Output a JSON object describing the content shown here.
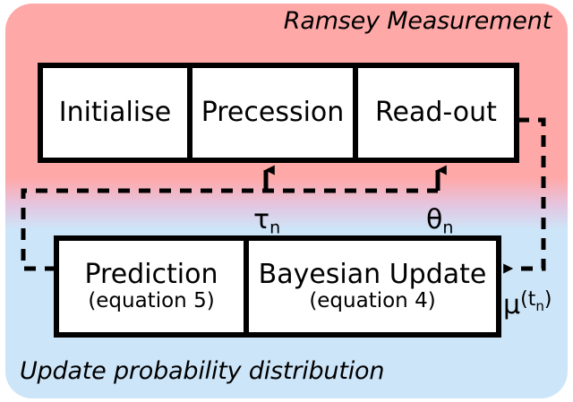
{
  "diagram": {
    "title": "Ramsey Measurement feedback loop",
    "sections": {
      "top": {
        "caption": "Ramsey Measurement",
        "background_color": "#ffa8a8",
        "steps": [
          {
            "title": "Initialise",
            "sub": ""
          },
          {
            "title": "Precession",
            "sub": ""
          },
          {
            "title": "Read-out",
            "sub": ""
          }
        ]
      },
      "bottom": {
        "caption": "Update probability distribution",
        "background_color": "#cde5f8",
        "steps": [
          {
            "title": "Prediction",
            "sub": "(equation 5)"
          },
          {
            "title": "Bayesian Update",
            "sub": "(equation 4)"
          }
        ]
      }
    },
    "connections": [
      {
        "name": "precession-control",
        "label_base": "τ",
        "label_sub": "n",
        "from": "bottom-feedback-bus",
        "to": "Precession",
        "style": "dashed",
        "arrow": "up"
      },
      {
        "name": "readout-phase-control",
        "label_base": "θ",
        "label_sub": "n",
        "from": "bottom-feedback-bus",
        "to": "Read-out",
        "style": "dashed",
        "arrow": "up"
      },
      {
        "name": "measurement-outcome",
        "label_base": "μ",
        "label_sup_open": "(",
        "label_sup_base": "t",
        "label_sup_sub": "n",
        "label_sup_close": ")",
        "from": "Read-out",
        "to": "Bayesian Update",
        "style": "dashed",
        "arrow": "left"
      },
      {
        "name": "prediction-feedback",
        "label_base": "",
        "from": "Prediction",
        "to": "bottom-feedback-bus",
        "style": "dashed",
        "arrow": "none"
      }
    ],
    "colors": {
      "stroke": "#000000",
      "box_fill": "#ffffff",
      "top_background": "#ffa8a8",
      "bottom_background": "#cde5f8",
      "page_background": "#ffffff"
    }
  }
}
